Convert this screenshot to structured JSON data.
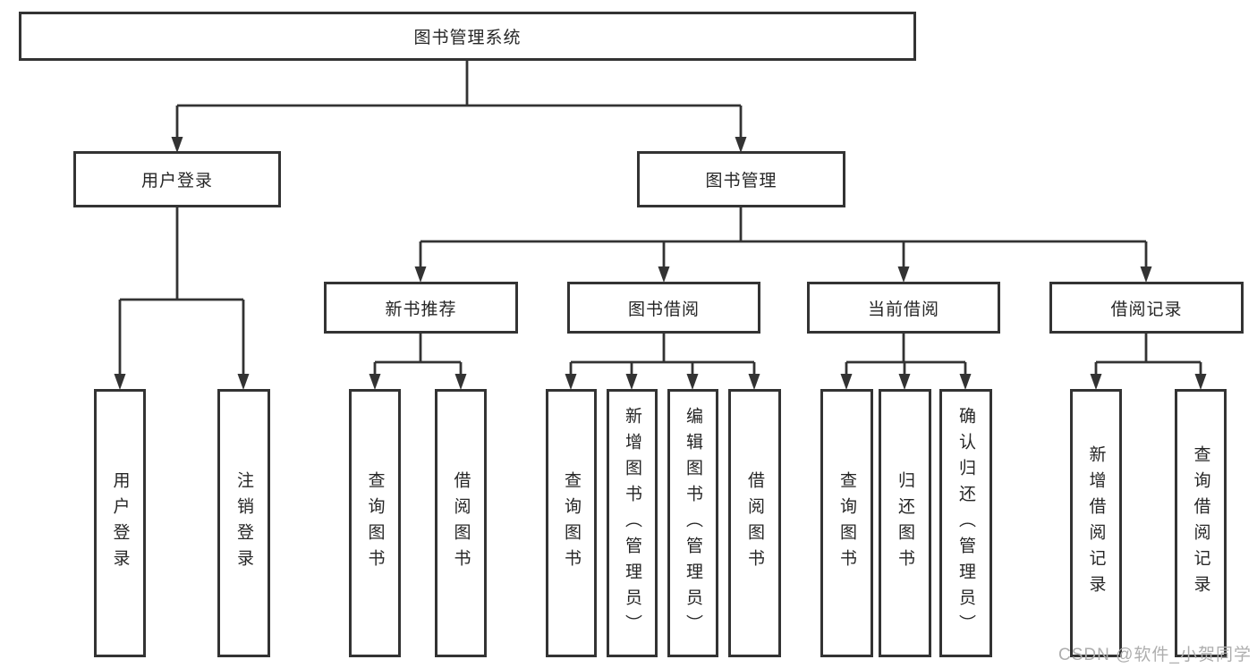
{
  "tree": {
    "root": "图书管理系统",
    "branches": [
      {
        "label": "用户登录",
        "children": [
          "用户登录",
          "注销登录"
        ]
      },
      {
        "label": "图书管理",
        "children": [
          {
            "label": "新书推荐",
            "children": [
              "查询图书",
              "借阅图书"
            ]
          },
          {
            "label": "图书借阅",
            "children": [
              "查询图书",
              "新增图书（管理员）",
              "编辑图书（管理员）",
              "借阅图书"
            ]
          },
          {
            "label": "当前借阅",
            "children": [
              "查询图书",
              "归还图书",
              "确认归还（管理员）"
            ]
          },
          {
            "label": "借阅记录",
            "children": [
              "新增借阅记录",
              "查询借阅记录"
            ]
          }
        ]
      }
    ]
  },
  "watermark": "CSDN @软件_小贺同学",
  "colors": {
    "line": "#333333",
    "box_border": "#333333",
    "text": "#262626",
    "watermark": "#aeaeae",
    "background": "#ffffff"
  }
}
